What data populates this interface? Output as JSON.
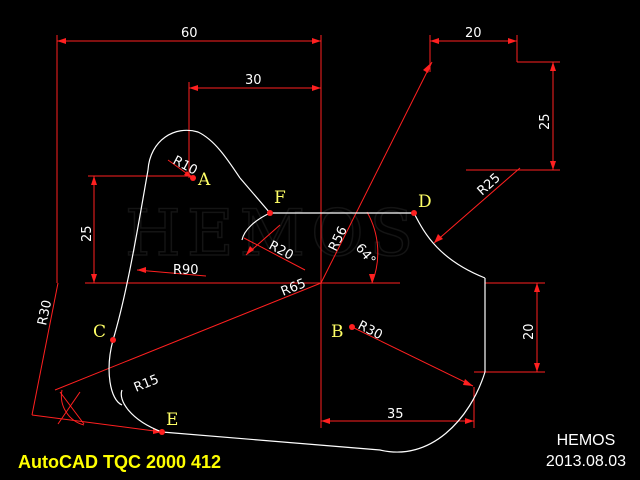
{
  "watermark": "HEMOS",
  "dimensions": {
    "d60": "60",
    "d30": "30",
    "d20_top": "20",
    "d25_right": "25",
    "d25_left": "25",
    "d20_right": "20",
    "d35": "35",
    "r10": "R10",
    "r90": "R90",
    "r20": "R20",
    "r65": "R65",
    "r56": "R56",
    "angle": "64°",
    "r25": "R25",
    "r30_b": "R30",
    "r30_left": "R30",
    "r15": "R15"
  },
  "points": {
    "a": "A",
    "b": "B",
    "c": "C",
    "d": "D",
    "e": "E",
    "f": "F"
  },
  "footer": {
    "title": "AutoCAD TQC 2000 412",
    "author": "HEMOS",
    "date": "2013.08.03"
  },
  "colors": {
    "geometry": "#ffffff",
    "dimension": "#ff2020",
    "points": "#ff2020",
    "labels": "#ffff66",
    "title": "#ffff00"
  }
}
